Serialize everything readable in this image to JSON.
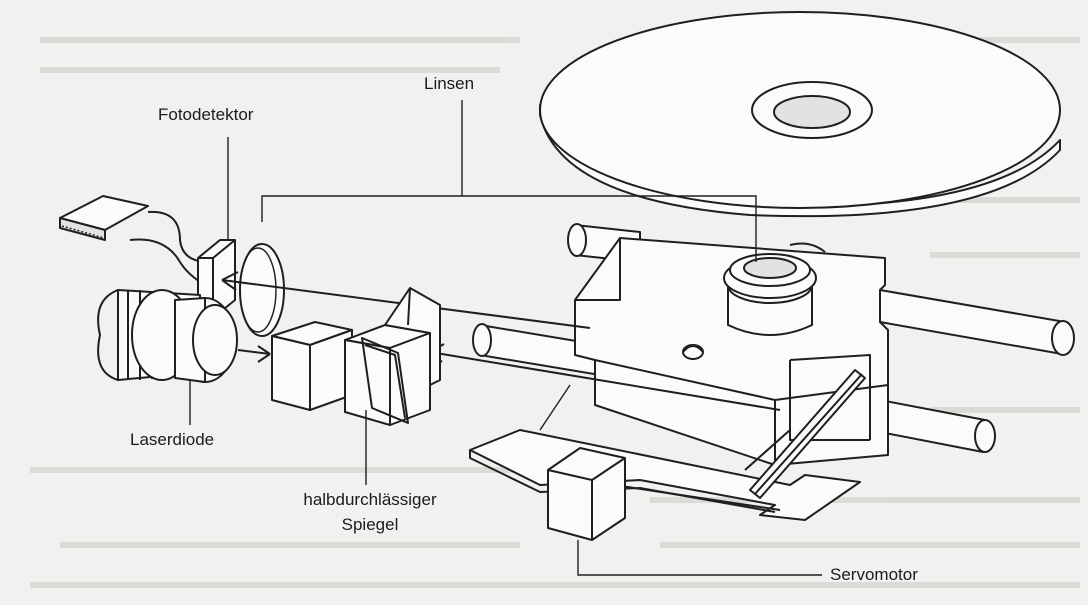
{
  "labels": {
    "lenses": "Linsen",
    "photodetector": "Fotodetektor",
    "laser_diode": "Laserdiode",
    "mirror_line1": "halbdurchlässiger",
    "mirror_line2": "Spiegel",
    "servo_motor": "Servomotor"
  },
  "colors": {
    "ink": "#1f1f1f",
    "paper": "#f1f1ef"
  }
}
